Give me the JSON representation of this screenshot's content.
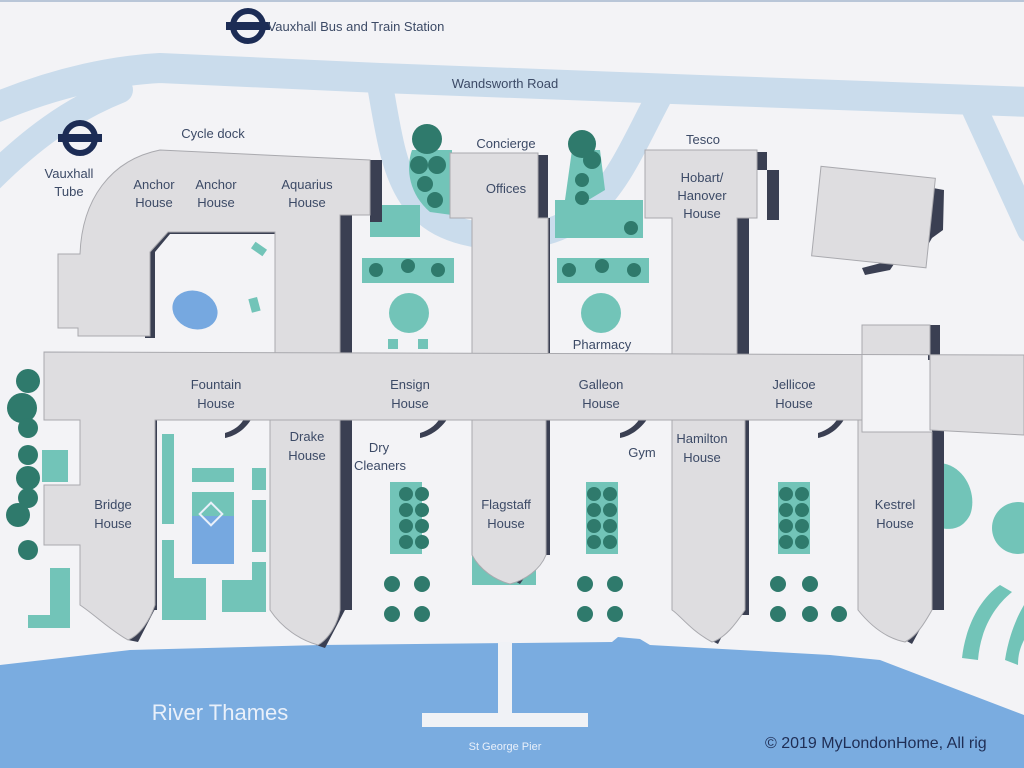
{
  "map": {
    "title": "Riverside development site map",
    "colors": {
      "background": "#f3f3f6",
      "road": "#cadcec",
      "building": "#dedde0",
      "building_shadow": "#3a3f52",
      "green_space": "#72c4b8",
      "tree": "#2f7a6c",
      "water": "#7aace0",
      "tube_logo": "#1c2c55",
      "label": "#3c4a66"
    },
    "transport": [
      {
        "name": "Vauxhall Bus and Train Station",
        "icon": "underground-roundel-icon"
      },
      {
        "name_line1": "Vauxhall",
        "name_line2": "Tube",
        "icon": "underground-roundel-icon"
      }
    ],
    "roads": [
      {
        "name": "Wandsworth Road"
      }
    ],
    "amenities": {
      "cycle_dock": "Cycle dock",
      "concierge": "Concierge",
      "offices": "Offices",
      "tesco": "Tesco",
      "pharmacy": "Pharmacy",
      "gym": "Gym",
      "dry_cleaners_line1": "Dry",
      "dry_cleaners_line2": "Cleaners"
    },
    "buildings": [
      {
        "line1": "Anchor",
        "line2": "House"
      },
      {
        "line1": "Anchor",
        "line2": "House"
      },
      {
        "line1": "Aquarius",
        "line2": "House"
      },
      {
        "line1": "Hobart/",
        "line2": "Hanover",
        "line3": "House"
      },
      {
        "line1": "Fountain",
        "line2": "House"
      },
      {
        "line1": "Ensign",
        "line2": "House"
      },
      {
        "line1": "Galleon",
        "line2": "House"
      },
      {
        "line1": "Jellicoe",
        "line2": "House"
      },
      {
        "line1": "Bridge",
        "line2": "House"
      },
      {
        "line1": "Drake",
        "line2": "House"
      },
      {
        "line1": "Flagstaff",
        "line2": "House"
      },
      {
        "line1": "Hamilton",
        "line2": "House"
      },
      {
        "line1": "Kestrel",
        "line2": "House"
      }
    ],
    "water": {
      "river": "River Thames",
      "pier": "St George Pier"
    },
    "copyright": "© 2019 MyLondonHome, All rig"
  }
}
